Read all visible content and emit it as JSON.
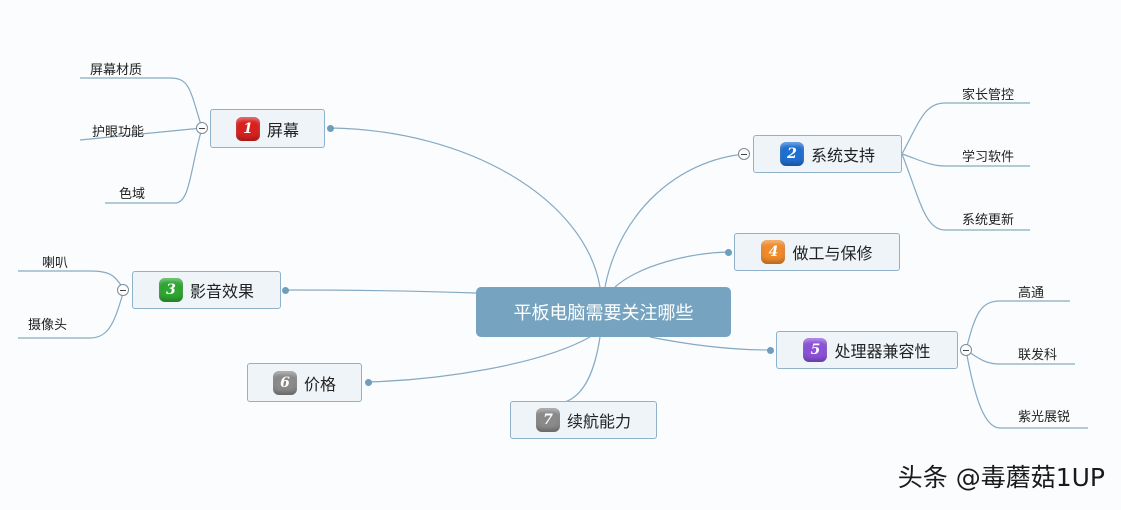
{
  "center": {
    "label": "平板电脑需要关注哪些"
  },
  "topics": [
    {
      "num": "1",
      "label": "屏幕",
      "color": "#d8211f",
      "children": [
        "屏幕材质",
        "护眼功能",
        "色域"
      ]
    },
    {
      "num": "2",
      "label": "系统支持",
      "color": "#1f6fd0",
      "children": [
        "家长管控",
        "学习软件",
        "系统更新"
      ]
    },
    {
      "num": "3",
      "label": "影音效果",
      "color": "#2fa532",
      "children": [
        "喇叭",
        "摄像头"
      ]
    },
    {
      "num": "4",
      "label": "做工与保修",
      "color": "#f08a2a",
      "children": []
    },
    {
      "num": "5",
      "label": "处理器兼容性",
      "color": "#8b52d8",
      "children": [
        "高通",
        "联发科",
        "紫光展锐"
      ]
    },
    {
      "num": "6",
      "label": "价格",
      "color": "#8a8a8a",
      "children": []
    },
    {
      "num": "7",
      "label": "续航能力",
      "color": "#8a8a8a",
      "children": []
    }
  ],
  "watermark": "头条 @毒蘑菇1UP"
}
